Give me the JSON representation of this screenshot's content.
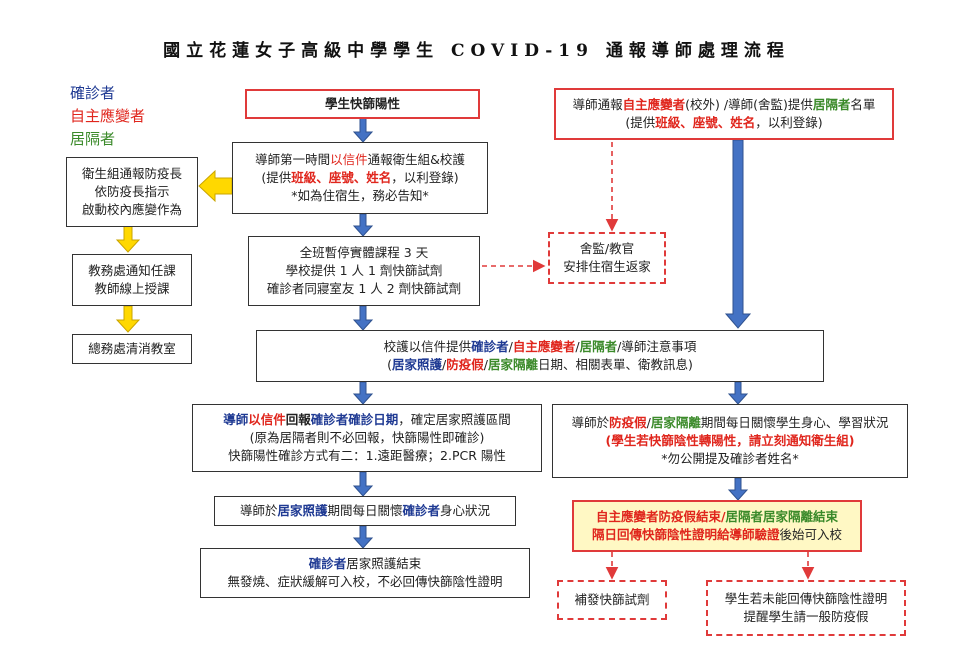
{
  "title": "國立花蓮女子高級中學學生 COVID-19 通報導師處理流程",
  "legend": {
    "confirmed": "確診者",
    "self_monitor": "自主應變者",
    "quarantine": "居隔者"
  },
  "colors": {
    "confirmed": "#1f3a93",
    "self_monitor": "#e0261d",
    "quarantine": "#3b8a2a",
    "arrow_blue": "#4472c4",
    "arrow_yellow": "#ffd800"
  },
  "boxes": {
    "rapid_positive": "學生快篩陽性",
    "teacher_notify": {
      "l1a": "導師第一時間",
      "l1b": "以信件",
      "l1c": "通報衛生組&校護",
      "l2a": "(提供",
      "l2b": "班級、座號、姓名",
      "l2c": "，以利登錄)",
      "l3": "*如為住宿生，務必告知*"
    },
    "health_team": {
      "l1": "衛生組通報防疫長",
      "l2": "依防疫長指示",
      "l3": "啟動校內應變作為"
    },
    "academic": {
      "l1": "教務處通知任課",
      "l2": "教師線上授課"
    },
    "general_affairs": "總務處清消教室",
    "class_suspend": {
      "l1": "全班暫停實體課程 3 天",
      "l2": "學校提供 1 人 1 劑快篩試劑",
      "l3": "確診者同寢室友 1 人 2 劑快篩試劑"
    },
    "dorm": {
      "l1": "舍監/教官",
      "l2": "安排住宿生返家"
    },
    "teacher_report_right": {
      "l1a": "導師通報",
      "l1b": "自主應變者",
      "l1c": "(校外) /導師(舍監)提供",
      "l1d": "居隔者",
      "l1e": "名單",
      "l2a": "(提供",
      "l2b": "班級、座號、姓名",
      "l2c": "，以利登錄)"
    },
    "nurse_email": {
      "l1a": "校護以信件提供",
      "l1b": "確診者",
      "l1c": "/",
      "l1d": "自主應變者",
      "l1e": "/",
      "l1f": "居隔者",
      "l1g": "/導師注意事項",
      "l2a": "(",
      "l2b": "居家照護",
      "l2c": "/",
      "l2d": "防疫假",
      "l2e": "/",
      "l2f": "居家隔離",
      "l2g": "日期、相關表單、衛教訊息)"
    },
    "teacher_reply": {
      "l1a": "導師",
      "l1b": "以信件",
      "l1c": "回報",
      "l1d": "確診者確診日期",
      "l1e": "，確定居家照護區間",
      "l2": "(原為居隔者則不必回報，快篩陽性即確診)",
      "l3": "快篩陽性確診方式有二：1.遠距醫療；2.PCR 陽性"
    },
    "daily_care_confirmed": {
      "a": "導師於",
      "b": "居家照護",
      "c": "期間每日關懷",
      "d": "確診者",
      "e": "身心狀況"
    },
    "home_care_end": {
      "l1a": "確診者",
      "l1b": "居家照護結束",
      "l2": "無發燒、症狀緩解可入校，不必回傳快篩陰性證明"
    },
    "daily_care_right": {
      "l1a": "導師於",
      "l1b": "防疫假",
      "l1c": "/",
      "l1d": "居家隔離",
      "l1e": "期間每日關懷學生身心、學習狀況",
      "l2": "(學生若快篩陰性轉陽性，請立刻通知衛生組)",
      "l3": "*勿公開提及確診者姓名*"
    },
    "leave_end": {
      "l1a": "自主應變者",
      "l1b": "防疫假結束/",
      "l1c": "居隔者",
      "l1d": "居家隔離結束",
      "l2a": "隔日回傳快篩陰性證明給導師驗證",
      "l2b": "後始可入校"
    },
    "reissue": "補發快篩試劑",
    "no_proof": {
      "l1": "學生若未能回傳快篩陰性證明",
      "l2": "提醒學生請一般防疫假"
    }
  }
}
